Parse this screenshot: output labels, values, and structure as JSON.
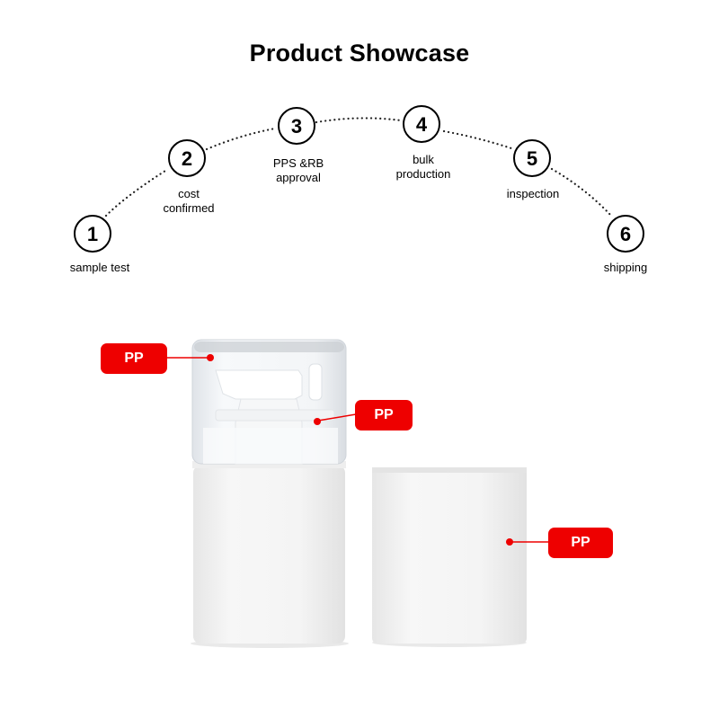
{
  "title": "Product Showcase",
  "steps": [
    {
      "number": "1",
      "label": [
        "sample test"
      ]
    },
    {
      "number": "2",
      "label": [
        "cost",
        "confirmed"
      ]
    },
    {
      "number": "3",
      "label": [
        "PPS &RB",
        "approval"
      ]
    },
    {
      "number": "4",
      "label": [
        "bulk",
        "production"
      ]
    },
    {
      "number": "5",
      "label": [
        "inspection"
      ]
    },
    {
      "number": "6",
      "label": [
        "shipping"
      ]
    }
  ],
  "material_tags": [
    {
      "text": "PP"
    },
    {
      "text": "PP"
    },
    {
      "text": "PP"
    }
  ],
  "colors": {
    "tag_red": "#ee0000",
    "circle_stroke": "#000000",
    "product_white": "#f3f3f3"
  }
}
